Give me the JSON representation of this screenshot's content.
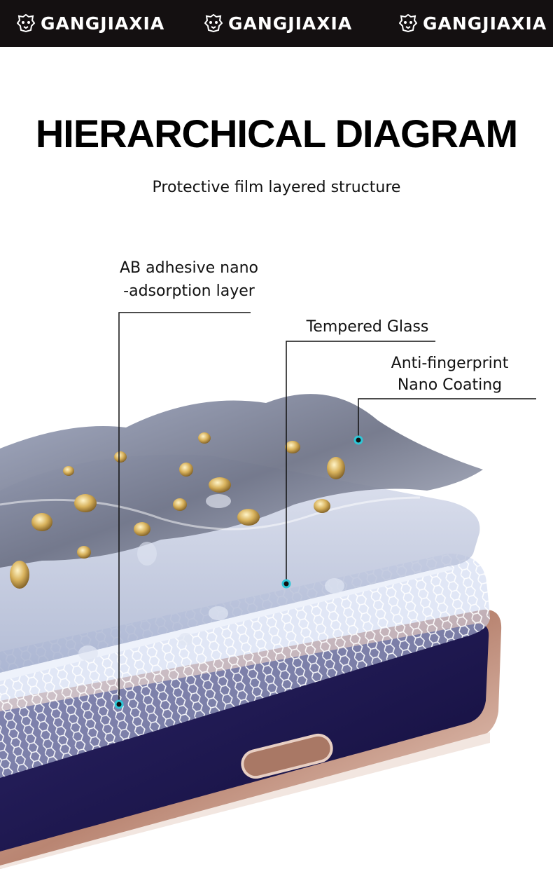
{
  "header": {
    "brand_name": "GANGJIAXIA",
    "logo_icon": "tiger-head-icon",
    "background": "#141011"
  },
  "title": "HIERARCHICAL DIAGRAM",
  "subtitle": "Protective film layered structure",
  "callouts": {
    "adhesive_line1": "AB adhesive nano",
    "adhesive_line2": "-adsorption layer",
    "glass": "Tempered Glass",
    "coating_line1": "Anti-fingerprint",
    "coating_line2": "Nano Coating"
  },
  "colors": {
    "marker": "#2fc6d6",
    "phone_frame": "#c99a86",
    "screen": "#1c1650"
  }
}
